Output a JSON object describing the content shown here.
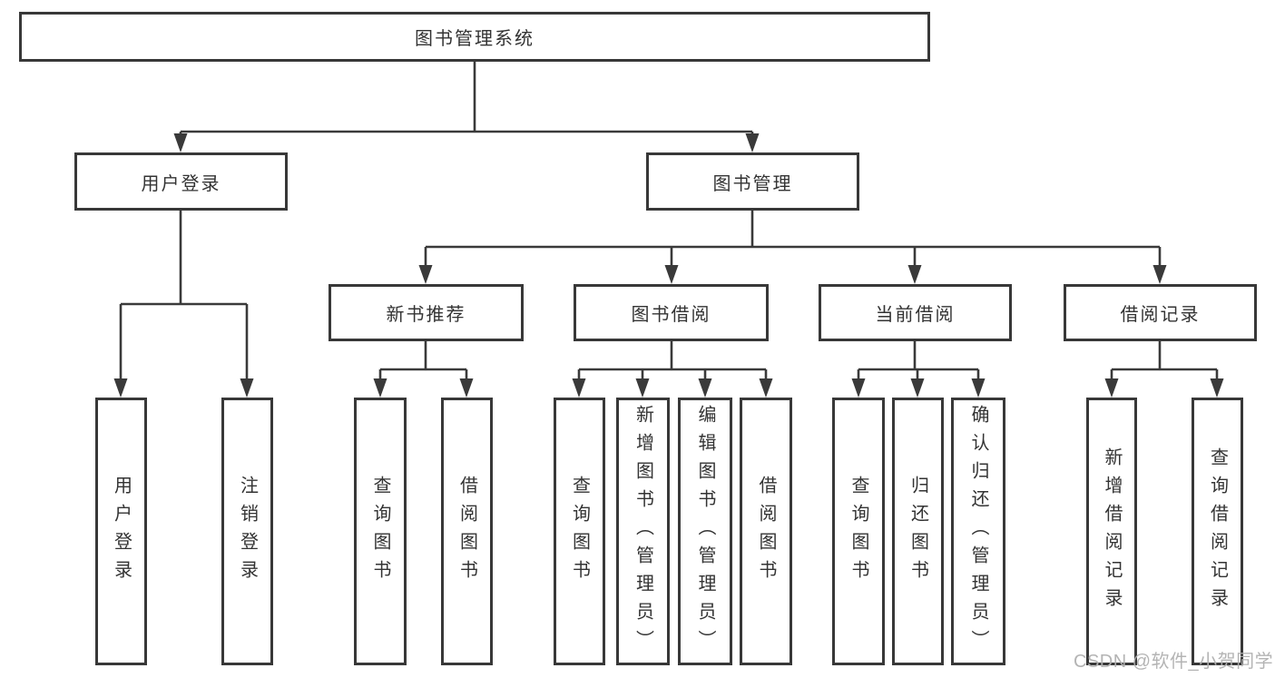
{
  "title": "图书管理系统",
  "nodes": {
    "root": "图书管理系统",
    "user_login": "用户登录",
    "book_mgmt": "图书管理",
    "new_book_rec": "新书推荐",
    "book_borrow": "图书借阅",
    "current_borrow": "当前借阅",
    "borrow_record": "借阅记录",
    "leaf_user_login": "用户登录",
    "leaf_logout": "注销登录",
    "leaf_nb_query": "查询图书",
    "leaf_nb_borrow": "借阅图书",
    "leaf_bb_query": "查询图书",
    "leaf_bb_add": "新增图书（管理员）",
    "leaf_bb_edit": "编辑图书（管理员）",
    "leaf_bb_borrow": "借阅图书",
    "leaf_cb_query": "查询图书",
    "leaf_cb_return": "归还图书",
    "leaf_cb_confirm": "确认归还（管理员）",
    "leaf_br_add": "新增借阅记录",
    "leaf_br_query": "查询借阅记录"
  },
  "watermark": {
    "text": "CSDN @软件_小贺同学"
  },
  "colors": {
    "line": "#3a3a3a",
    "border": "#383838",
    "text": "#333333",
    "watermark": "#b0b0b0",
    "background": "#ffffff"
  }
}
